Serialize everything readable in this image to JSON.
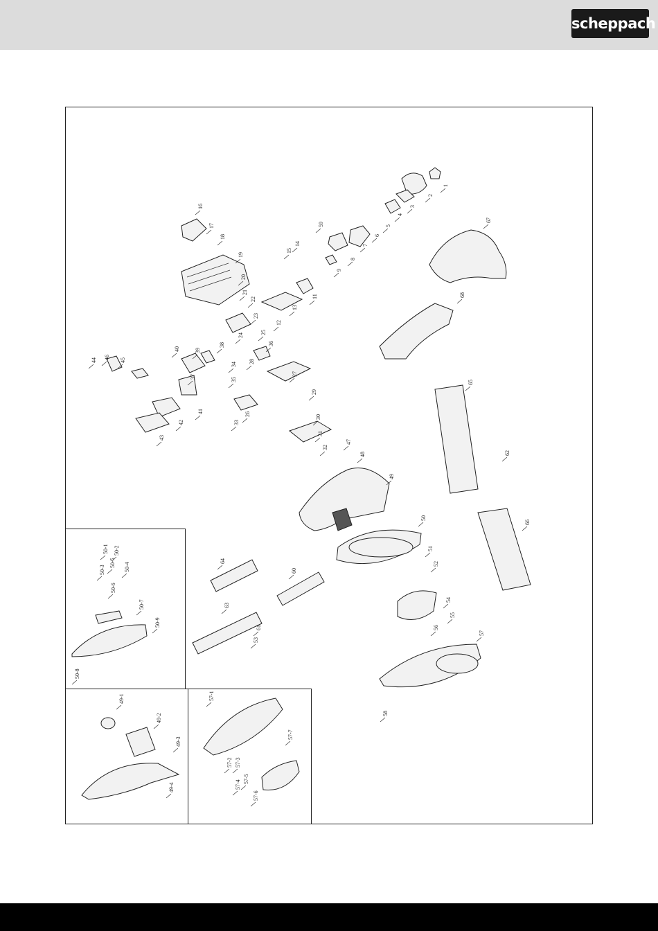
{
  "brand": {
    "logo_text": "scheppach"
  },
  "labels": [
    {
      "id": "p1",
      "text": "1"
    },
    {
      "id": "p2",
      "text": "2"
    },
    {
      "id": "p3",
      "text": "3"
    },
    {
      "id": "p4",
      "text": "4"
    },
    {
      "id": "p5",
      "text": "5"
    },
    {
      "id": "p6",
      "text": "6"
    },
    {
      "id": "p7",
      "text": "7"
    },
    {
      "id": "p8",
      "text": "8"
    },
    {
      "id": "p9",
      "text": "9"
    },
    {
      "id": "p11",
      "text": "11"
    },
    {
      "id": "p12",
      "text": "12"
    },
    {
      "id": "p13",
      "text": "13"
    },
    {
      "id": "p14",
      "text": "14"
    },
    {
      "id": "p15",
      "text": "15"
    },
    {
      "id": "p16",
      "text": "16"
    },
    {
      "id": "p17",
      "text": "17"
    },
    {
      "id": "p18",
      "text": "18"
    },
    {
      "id": "p19",
      "text": "19"
    },
    {
      "id": "p20",
      "text": "20"
    },
    {
      "id": "p21",
      "text": "21"
    },
    {
      "id": "p22",
      "text": "22"
    },
    {
      "id": "p23",
      "text": "23"
    },
    {
      "id": "p24",
      "text": "24"
    },
    {
      "id": "p25",
      "text": "25"
    },
    {
      "id": "p26",
      "text": "26"
    },
    {
      "id": "p27",
      "text": "27"
    },
    {
      "id": "p28",
      "text": "28"
    },
    {
      "id": "p29",
      "text": "29"
    },
    {
      "id": "p30",
      "text": "30"
    },
    {
      "id": "p31",
      "text": "31"
    },
    {
      "id": "p32",
      "text": "32"
    },
    {
      "id": "p33",
      "text": "33"
    },
    {
      "id": "p34",
      "text": "34"
    },
    {
      "id": "p35",
      "text": "35"
    },
    {
      "id": "p36",
      "text": "36"
    },
    {
      "id": "p37",
      "text": "37"
    },
    {
      "id": "p38",
      "text": "38"
    },
    {
      "id": "p39",
      "text": "39"
    },
    {
      "id": "p40",
      "text": "40"
    },
    {
      "id": "p41",
      "text": "41"
    },
    {
      "id": "p42",
      "text": "42"
    },
    {
      "id": "p43",
      "text": "43"
    },
    {
      "id": "p44",
      "text": "44"
    },
    {
      "id": "p45",
      "text": "45"
    },
    {
      "id": "p46",
      "text": "46"
    },
    {
      "id": "p47",
      "text": "47"
    },
    {
      "id": "p48",
      "text": "48"
    },
    {
      "id": "p49",
      "text": "49"
    },
    {
      "id": "p50",
      "text": "50"
    },
    {
      "id": "p51",
      "text": "51"
    },
    {
      "id": "p52",
      "text": "52"
    },
    {
      "id": "p53",
      "text": "53"
    },
    {
      "id": "p54",
      "text": "54"
    },
    {
      "id": "p55",
      "text": "55"
    },
    {
      "id": "p56",
      "text": "56"
    },
    {
      "id": "p57",
      "text": "57"
    },
    {
      "id": "p58",
      "text": "58"
    },
    {
      "id": "p59",
      "text": "59"
    },
    {
      "id": "p60",
      "text": "60"
    },
    {
      "id": "p61",
      "text": "61"
    },
    {
      "id": "p62",
      "text": "62"
    },
    {
      "id": "p63",
      "text": "63"
    },
    {
      "id": "p64",
      "text": "64"
    },
    {
      "id": "p65",
      "text": "65"
    },
    {
      "id": "p66",
      "text": "66"
    },
    {
      "id": "p67",
      "text": "67"
    },
    {
      "id": "p68",
      "text": "68"
    },
    {
      "id": "p49_1",
      "text": "49-1"
    },
    {
      "id": "p49_2",
      "text": "49-2"
    },
    {
      "id": "p49_3",
      "text": "49-3"
    },
    {
      "id": "p49_4",
      "text": "49-4"
    },
    {
      "id": "p57_1",
      "text": "57-1"
    },
    {
      "id": "p57_2",
      "text": "57-2"
    },
    {
      "id": "p57_3",
      "text": "57-3"
    },
    {
      "id": "p57_4",
      "text": "57-4"
    },
    {
      "id": "p57_5",
      "text": "57-5"
    },
    {
      "id": "p57_6",
      "text": "57-6"
    },
    {
      "id": "p57_7",
      "text": "57-7"
    },
    {
      "id": "p50_1",
      "text": "50-1"
    },
    {
      "id": "p50_2",
      "text": "50-2"
    },
    {
      "id": "p50_3",
      "text": "50-3"
    },
    {
      "id": "p50_4",
      "text": "50-4"
    },
    {
      "id": "p50_5",
      "text": "50-5"
    },
    {
      "id": "p50_6",
      "text": "50-6"
    },
    {
      "id": "p50_7",
      "text": "50-7"
    },
    {
      "id": "p50_8",
      "text": "50-8"
    },
    {
      "id": "p50_9",
      "text": "50-9"
    }
  ]
}
